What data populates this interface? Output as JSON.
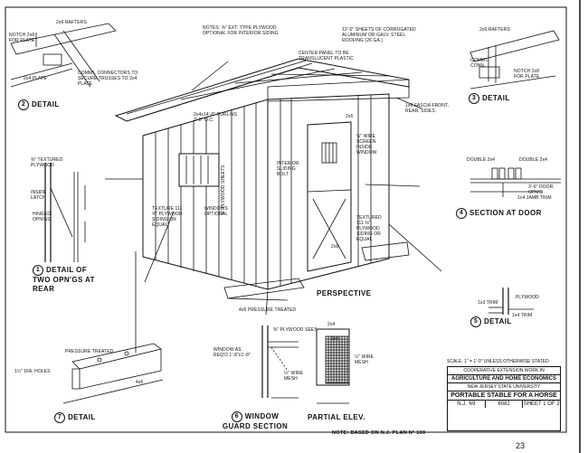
{
  "title_block": {
    "scale": "SCALE: 1\" = 1'-0\" UNLESS OTHERWISE STATED",
    "agency_line1": "COOPERATIVE EXTENSION WORK IN",
    "agency_line2": "AGRICULTURE AND HOME ECONOMICS",
    "university": "NEW JERSEY STATE UNIVERSITY",
    "title": "PORTABLE STABLE FOR A HORSE",
    "code": "N.J. '69",
    "plan_number": "6082",
    "sheet": "SHEET 1 OF 2"
  },
  "base_note": "NOTE: BASED ON N.J. PLAN Nº 100",
  "page_number": "23",
  "views": {
    "v1": {
      "num": "1",
      "title": "DETAIL OF TWO OPN'GS AT REAR"
    },
    "v2": {
      "num": "2",
      "title": "DETAIL"
    },
    "v3": {
      "num": "3",
      "title": "DETAIL"
    },
    "v4": {
      "num": "4",
      "title": "SECTION AT DOOR"
    },
    "v5": {
      "num": "5",
      "title": "DETAIL"
    },
    "v6": {
      "num": "6",
      "title": "WINDOW GUARD SECTION"
    },
    "v7": {
      "num": "7",
      "title": "DETAIL"
    },
    "perspective": "PERSPECTIVE",
    "partial": "PARTIAL ELEV."
  },
  "callouts": {
    "rafters_tl": "2x6 RAFTERS",
    "notch": "NOTCH 2x8 FOR PLATE",
    "plate": "2x4 PLATE",
    "connectors": "COMM'L CONNECTORS TO SECURE TRUSSES TO 2x4 PLATE",
    "notes_top": "NOTES: ⅜\" EXT. TYPE PLYWOOD OPTIONAL FOR INTERIOR SIDING",
    "center_panel": "CENTER PANEL TO BE TRANSLUCENT PLASTIC",
    "sheets": "12'-0\" SHEETS OF CORRUGATED ALUMINUM OR GALV. STEEL ROOFING (26 GA.)",
    "rafters_tr": "2x6 RAFTERS",
    "comm_conn": "COMM'L CONN.",
    "notch_tr": "NOTCH 2x8 FOR PLATE",
    "fascia": "1x6 FASCIA FRONT, REAR, SIDES.",
    "purlins": "2x4x14'-0\" PURLINS 2'-0\" O.C.",
    "wire_screen": "½\" WIRE SCREEN INSIDE WINDOW",
    "textured_rear": "⅜\" TEXTURED PLYWOOD",
    "inside_latch": "INSIDE LATCH",
    "hinged": "HINGED OPN'GS",
    "texture_side": "TEXTURE 111 ⅜\" PLYWOOD SIDING OR EQUAL",
    "windows_opt": "WINDOWS OPTIONAL",
    "plywood_sheets": "⅜\" PLYWOOD SHEETS",
    "slide_bolt": "INTERIOR SLIDING BOLT",
    "textured_front": "TEXTURED 111 ⅜\" PLYWOOD SIDING OR EQUAL",
    "double_2x4": "DOUBLE 2x4",
    "double_2x4_b": "DOUBLE 2x4",
    "door_opn": "3'-6\" DOOR OPN'G",
    "jamb_trim": "1x4 JAMB TRIM",
    "pressure_treated": "4x6 PRESSURE TREATED",
    "plywood_r": "PLYWOOD",
    "trim_1x3": "1x3 TRIM",
    "trim_1x4": "1x4 TRIM",
    "plywood_sees": "⅜\" PLYWOOD SEES",
    "window_as": "WINDOW AS REQ'D 1'-8\"x1'-8\"",
    "wire_mesh_6": "½\" WIRE MESH",
    "wire_mesh_pe": "½\" WIRE MESH",
    "pressure_treated_7": "PRESSURE TREATED",
    "holes": "1½\" DIA. HOLES",
    "size_4x6": "4x6",
    "size_2x4": "2x4",
    "size_1x3": "1x3",
    "size_2x6": "2x6",
    "size_2x8": "2x8"
  }
}
